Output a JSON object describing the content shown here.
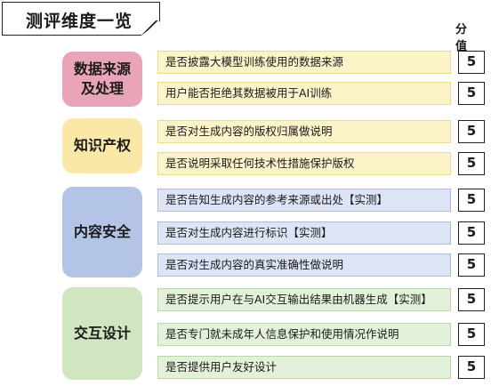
{
  "title": "测评维度一览",
  "score_header": "分 值",
  "colors": {
    "data_source_fill": "#e9a4b8",
    "ip_fill": "#fbe8a6",
    "content_safety_fill": "#b3c4e6",
    "interaction_fill": "#cfe6c0",
    "criterion_fill_yellow": "#fdf3c8",
    "criterion_border_yellow": "#f0d98a",
    "criterion_fill_blue": "#dde4f5",
    "criterion_border_blue": "#aebce0",
    "criterion_fill_green": "#e4f1da",
    "criterion_border_green": "#b8d8a6"
  },
  "categories": [
    {
      "label": "数据来源\n及处理",
      "items": [
        {
          "text": "是否披露大模型训练使用的数据来源",
          "score": "5"
        },
        {
          "text": "用户能否拒绝其数据被用于AI训练",
          "score": "5"
        }
      ]
    },
    {
      "label": "知识产权",
      "items": [
        {
          "text": "是否对生成内容的版权归属做说明",
          "score": "5"
        },
        {
          "text": "是否说明采取任何技术性措施保护版权",
          "score": "5"
        }
      ]
    },
    {
      "label": "内容安全",
      "items": [
        {
          "text": "是否告知生成内容的参考来源或出处【实测】",
          "score": "5"
        },
        {
          "text": "是否对生成内容进行标识【实测】",
          "score": "5"
        },
        {
          "text": "是否对生成内容的真实准确性做说明",
          "score": "5"
        }
      ]
    },
    {
      "label": "交互设计",
      "items": [
        {
          "text": "是否提示用户在与AI交互输出结果由机器生成【实测】",
          "score": "5"
        },
        {
          "text": "是否专门就未成年人信息保护和使用情况作说明",
          "score": "5"
        },
        {
          "text": "是否提供用户友好设计",
          "score": "5"
        }
      ]
    }
  ]
}
